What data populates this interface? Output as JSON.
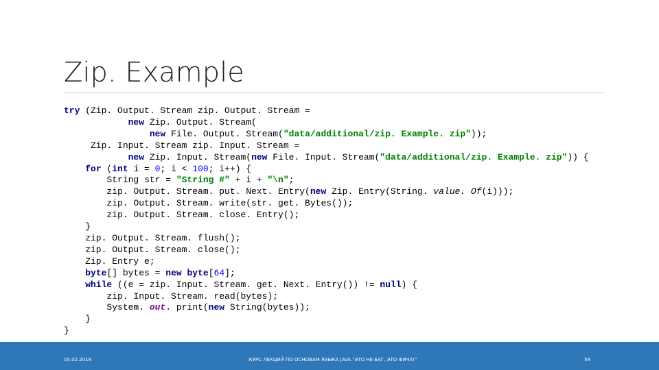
{
  "slide": {
    "title": "Zip. Example"
  },
  "code": {
    "lines": [
      [
        [
          "kw",
          "try"
        ],
        [
          "t",
          " (Zip. Output. Stream zip. Output. Stream ="
        ]
      ],
      [
        [
          "t",
          "            "
        ],
        [
          "kw",
          "new"
        ],
        [
          "t",
          " Zip. Output. Stream("
        ]
      ],
      [
        [
          "t",
          "                "
        ],
        [
          "kw",
          "new"
        ],
        [
          "t",
          " File. Output. Stream("
        ],
        [
          "str",
          "\"data/additional/zip. Example. zip\""
        ],
        [
          "t",
          "));"
        ]
      ],
      [
        [
          "t",
          "     Zip. Input. Stream zip. Input. Stream ="
        ]
      ],
      [
        [
          "t",
          "            "
        ],
        [
          "kw",
          "new"
        ],
        [
          "t",
          " Zip. Input. Stream("
        ],
        [
          "kw",
          "new"
        ],
        [
          "t",
          " File. Input. Stream("
        ],
        [
          "str",
          "\"data/additional/zip. Example. zip\""
        ],
        [
          "t",
          ")) {"
        ]
      ],
      [
        [
          "t",
          "    "
        ],
        [
          "kw",
          "for"
        ],
        [
          "t",
          " ("
        ],
        [
          "kw",
          "int"
        ],
        [
          "t",
          " i = "
        ],
        [
          "num",
          "0"
        ],
        [
          "t",
          "; i < "
        ],
        [
          "num",
          "100"
        ],
        [
          "t",
          "; i++) {"
        ]
      ],
      [
        [
          "t",
          "        String str = "
        ],
        [
          "str",
          "\"String #\""
        ],
        [
          "t",
          " + i + "
        ],
        [
          "str",
          "\"\\n\""
        ],
        [
          "t",
          ";"
        ]
      ],
      [
        [
          "t",
          "        zip. Output. Stream. put. Next. Entry("
        ],
        [
          "kw",
          "new"
        ],
        [
          "t",
          " Zip. Entry(String. "
        ],
        [
          "mth",
          "value. Of"
        ],
        [
          "t",
          "(i)));"
        ]
      ],
      [
        [
          "t",
          "        zip. Output. Stream. write(str. get. Bytes());"
        ]
      ],
      [
        [
          "t",
          "        zip. Output. Stream. close. Entry();"
        ]
      ],
      [
        [
          "t",
          "    }"
        ]
      ],
      [
        [
          "t",
          "    zip. Output. Stream. flush();"
        ]
      ],
      [
        [
          "t",
          "    zip. Output. Stream. close();"
        ]
      ],
      [
        [
          "t",
          "    Zip. Entry e;"
        ]
      ],
      [
        [
          "t",
          "    "
        ],
        [
          "kw",
          "byte"
        ],
        [
          "t",
          "[] bytes = "
        ],
        [
          "kw",
          "new"
        ],
        [
          "t",
          " "
        ],
        [
          "kw",
          "byte"
        ],
        [
          "t",
          "["
        ],
        [
          "num",
          "64"
        ],
        [
          "t",
          "];"
        ]
      ],
      [
        [
          "t",
          "    "
        ],
        [
          "kw",
          "while"
        ],
        [
          "t",
          " ((e = zip. Input. Stream. get. Next. Entry()) != "
        ],
        [
          "kw",
          "null"
        ],
        [
          "t",
          ") {"
        ]
      ],
      [
        [
          "t",
          "        zip. Input. Stream. read(bytes);"
        ]
      ],
      [
        [
          "t",
          "        System. "
        ],
        [
          "fld",
          "out"
        ],
        [
          "t",
          ". print("
        ],
        [
          "kw",
          "new"
        ],
        [
          "t",
          " String(bytes));"
        ]
      ],
      [
        [
          "t",
          "    }"
        ]
      ],
      [
        [
          "t",
          "}"
        ]
      ]
    ]
  },
  "footer": {
    "date": "05.02.2018",
    "center": "КУРС ЛЕКЦИЙ ПО ОСНОВАМ ЯЗЫКА JAVA \"ЭТО НЕ БАГ, ЭТО ФИЧА!\"",
    "page": "59",
    "bar_color": "#2e77b8"
  }
}
